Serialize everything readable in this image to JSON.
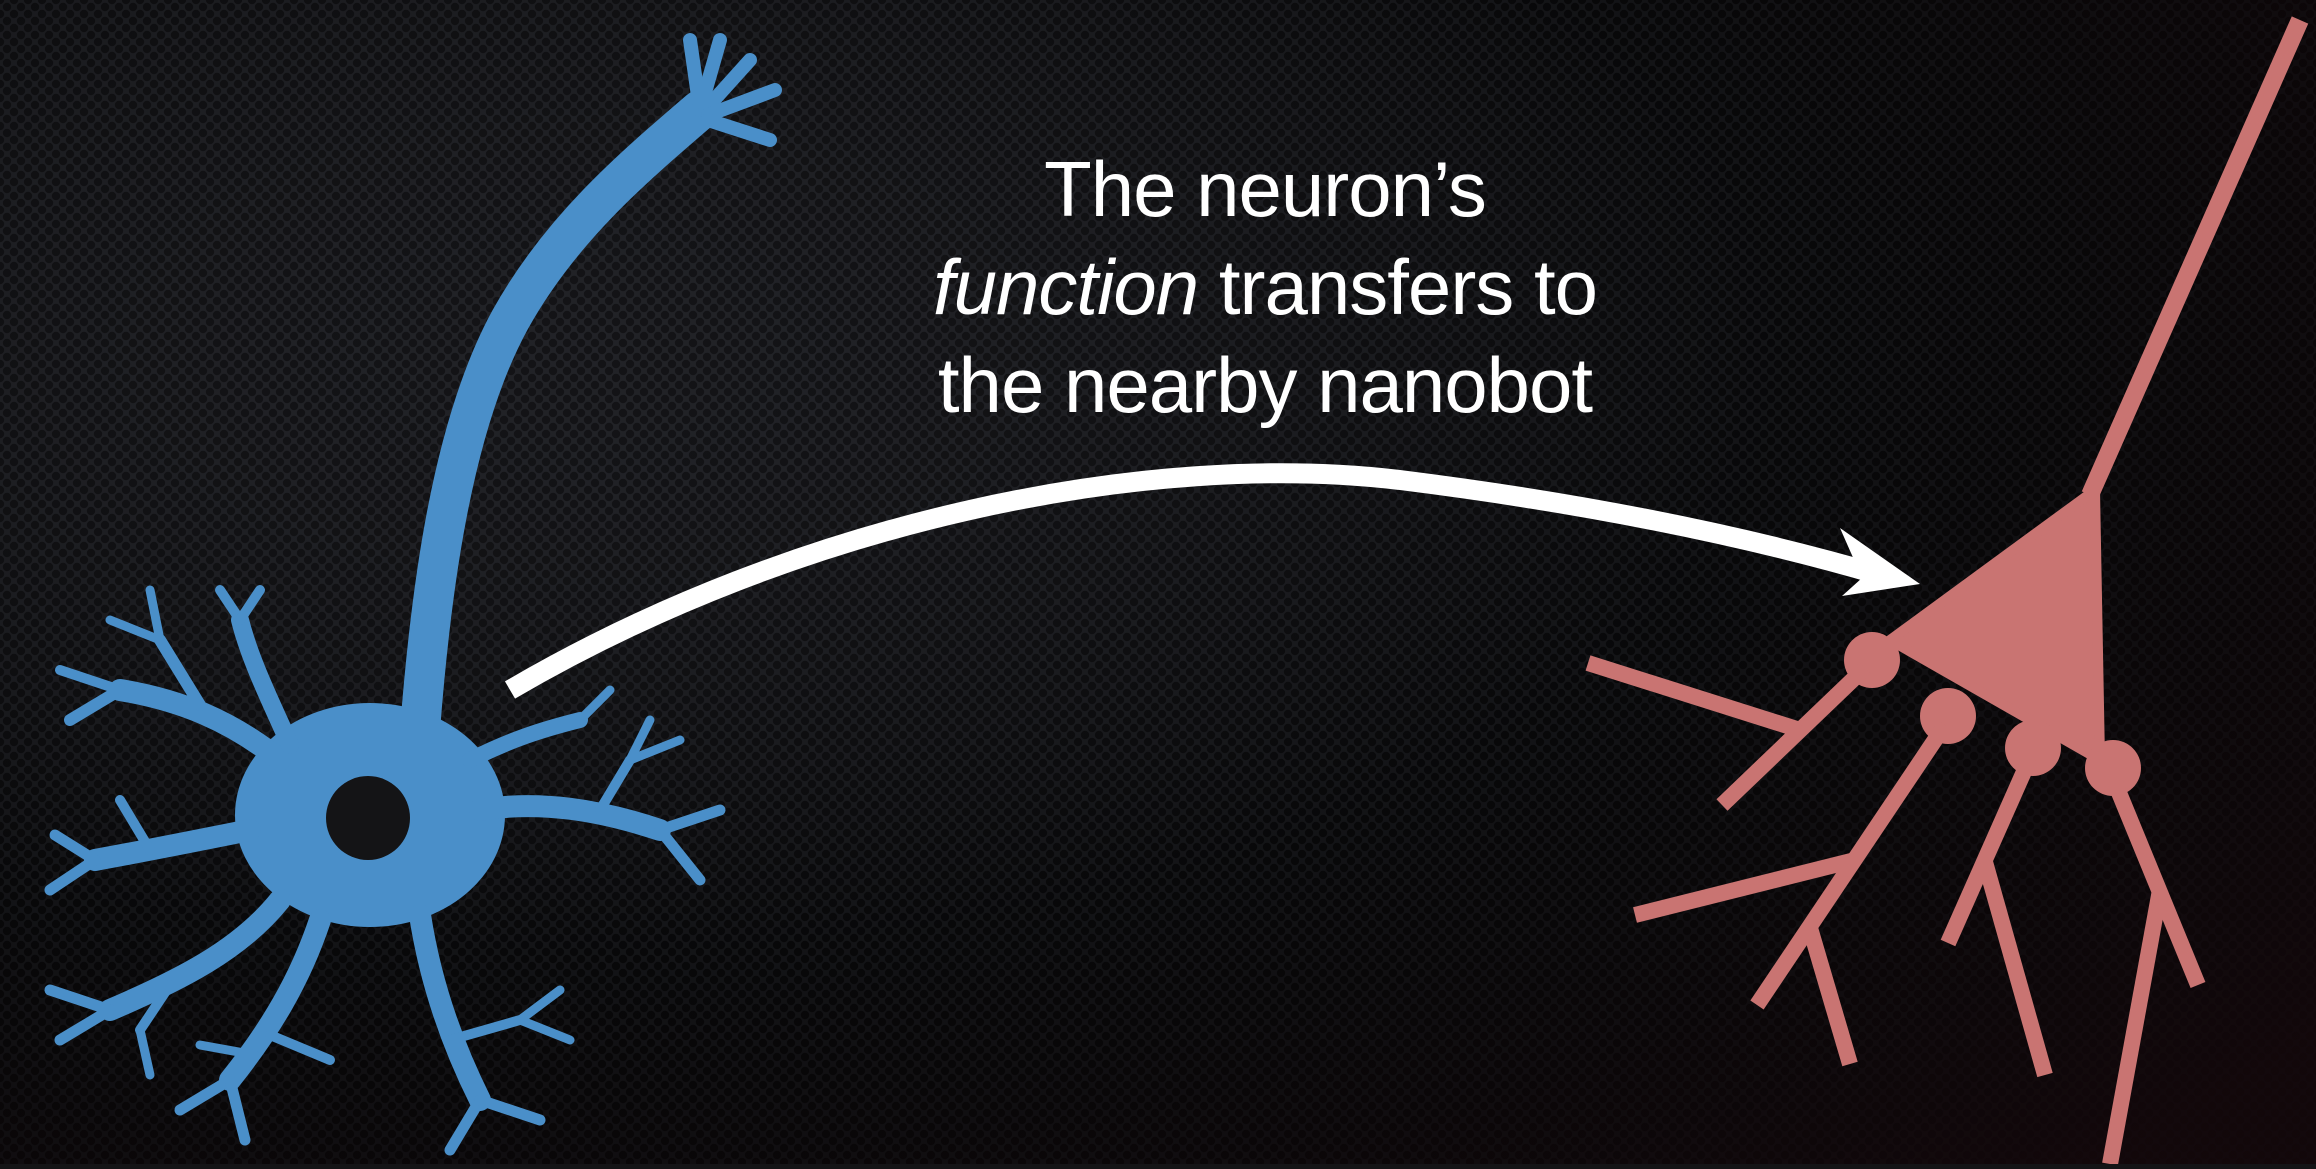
{
  "caption": {
    "line1": "The neuron’s",
    "line2_italic": "function",
    "line2_rest": " transfers to",
    "line3": "the nearby nanobot"
  },
  "colors": {
    "background": "#141416",
    "biological_neuron": "#4a8fc9",
    "nanobot": "#c97472",
    "arrow": "#ffffff",
    "text": "#ffffff"
  },
  "elements": {
    "left": "biological-neuron-icon",
    "right": "nanobot-neuron-icon",
    "connector": "curved-arrow-icon"
  }
}
